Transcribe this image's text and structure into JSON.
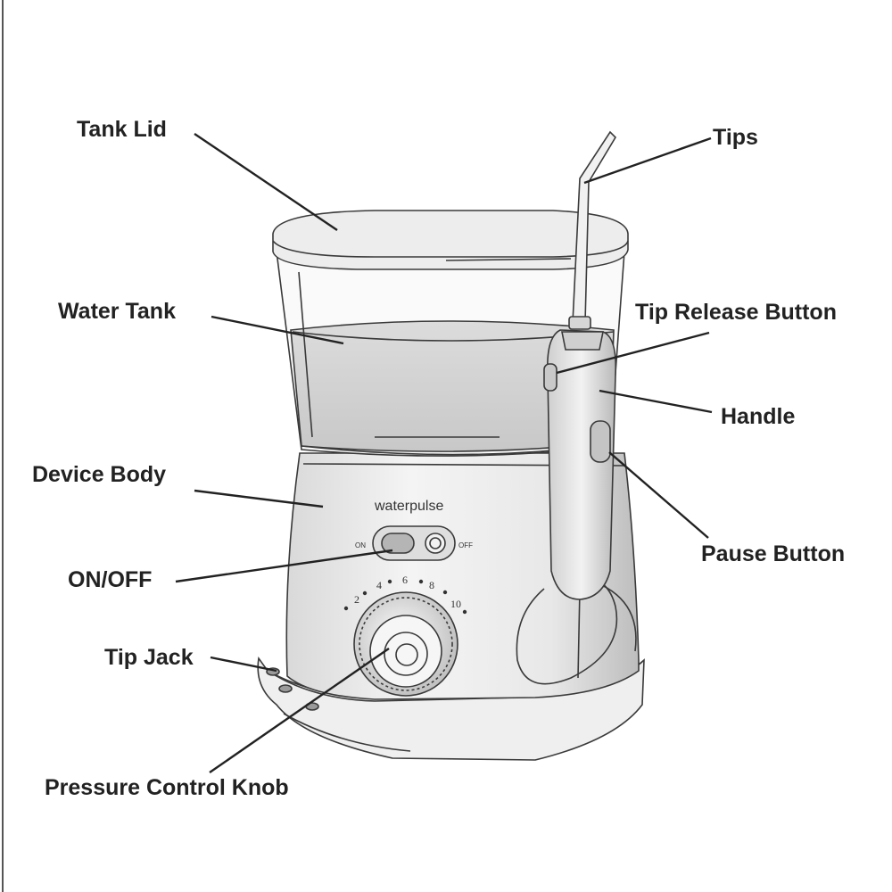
{
  "labels": {
    "tank_lid": "Tank Lid",
    "tips": "Tips",
    "water_tank": "Water Tank",
    "tip_release_button": "Tip Release Button",
    "handle": "Handle",
    "device_body": "Device Body",
    "pause_button": "Pause Button",
    "on_off": "ON/OFF",
    "tip_jack": "Tip Jack",
    "pressure_control_knob": "Pressure Control Knob"
  },
  "device": {
    "brand": "waterpulse",
    "switch_on": "ON",
    "switch_off": "OFF",
    "dial_marks": [
      "2",
      "4",
      "6",
      "8",
      "10"
    ]
  },
  "colors": {
    "ink": "#222222",
    "background": "#ffffff"
  }
}
